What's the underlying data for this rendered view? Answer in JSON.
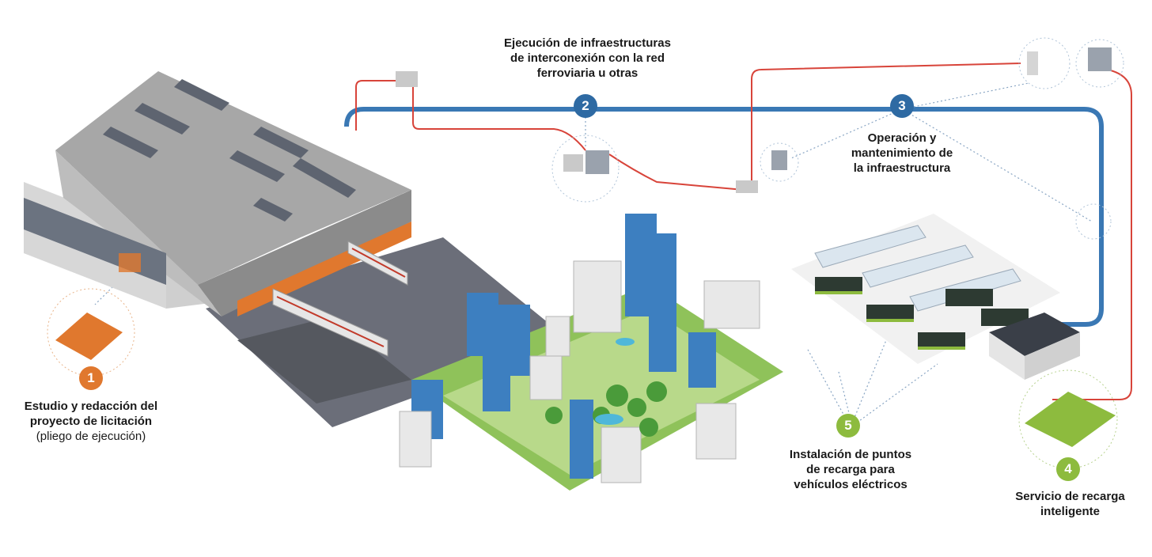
{
  "steps": [
    {
      "number": "1",
      "color": "#e0782e",
      "title_lines": [
        "Estudio y redacción del",
        "proyecto de licitación"
      ],
      "subtitle": "(pliego de ejecución)"
    },
    {
      "number": "2",
      "color": "#2e6aa3",
      "title_lines": [
        "Ejecución de infraestructuras",
        "de interconexión con la red",
        "ferroviaria u otras"
      ]
    },
    {
      "number": "3",
      "color": "#2e6aa3",
      "title_lines": [
        "Operación y",
        "mantenimiento de",
        "la infraestructura"
      ]
    },
    {
      "number": "4",
      "color": "#8dbb3e",
      "title_lines": [
        "Servicio de recarga",
        "inteligente"
      ]
    },
    {
      "number": "5",
      "color": "#8dbb3e",
      "title_lines": [
        "Instalación de puntos",
        "de recarga para",
        "vehículos eléctricos"
      ]
    }
  ],
  "colors": {
    "main_line": "#3a78b4",
    "power_line": "#d8443a",
    "building_roof": "#9e9e9e",
    "building_wall": "#c9c9c9",
    "ground": "#5a5d68",
    "orange_accent": "#e0782e",
    "green_accent": "#8dbb3e",
    "tower_blue": "#3d7fc0"
  }
}
